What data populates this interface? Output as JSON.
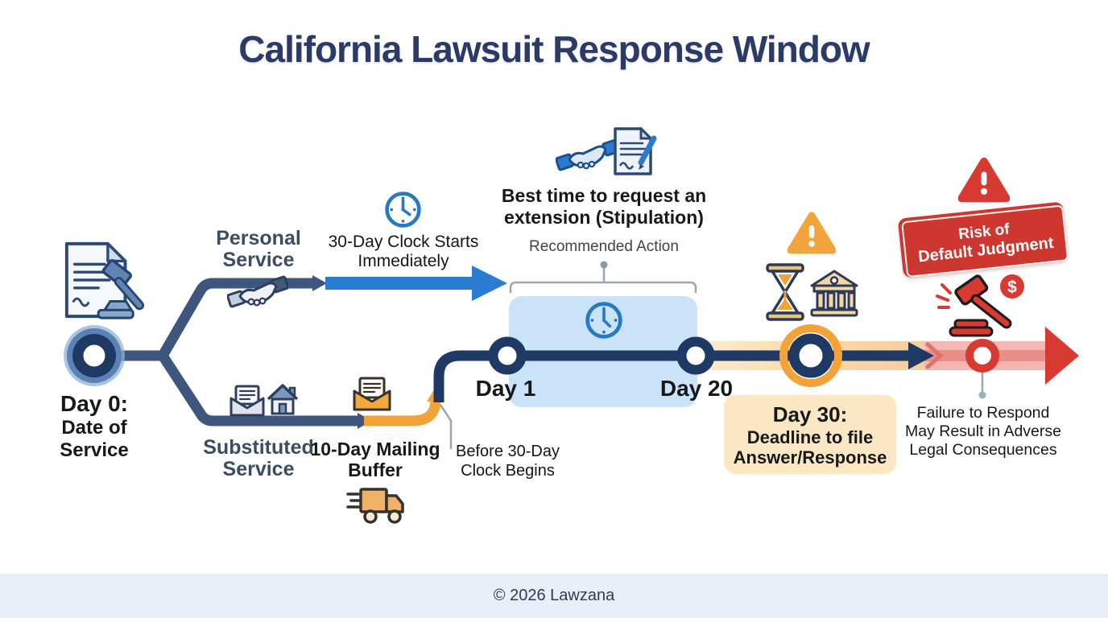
{
  "title": "California Lawsuit Response Window",
  "nodes": {
    "day0": {
      "label": "Day 0:",
      "sublabel": "Date of Service"
    },
    "day1": {
      "label": "Day 1"
    },
    "day20": {
      "label": "Day 20"
    },
    "day30": {
      "label": "Day 30:",
      "sublabel": "Deadline to file Answer/Response"
    }
  },
  "branches": {
    "personal": {
      "label": "Personal Service",
      "note": "30-Day Clock Starts Immediately"
    },
    "substituted": {
      "label": "Substituted Service",
      "buffer_label": "10-Day Mailing Buffer",
      "note": "Before 30-Day Clock Begins"
    }
  },
  "extension": {
    "heading": "Best time to request an extension (Stipulation)",
    "subheading": "Recommended Action"
  },
  "risk": {
    "stamp": {
      "line1": "Risk of",
      "line2": "Default Judgment"
    },
    "warning_note": "Failure to Respond May Result in Adverse Legal Consequences"
  },
  "footer": {
    "copyright": "© 2026 Lawzana"
  },
  "icons": {
    "day0": "document-gavel-icon",
    "personal": "handshake-icon",
    "personal_clock": "clock-icon",
    "extension": "handshake-document-pen-icon",
    "window_clock": "clock-icon",
    "substituted": "envelope-house-icon",
    "buffer": "envelope-icon",
    "buffer_truck": "delivery-truck-icon",
    "day30": "hourglass-courthouse-icon",
    "day30_warning": "warning-triangle-icon",
    "risk_warning": "warning-triangle-icon",
    "risk_gavel": "gavel-dollar-icon"
  },
  "colors": {
    "title_navy": "#2b3a66",
    "timeline_navy": "#1e3a64",
    "branch_slate": "#3f567c",
    "arrow_blue": "#2b7cd0",
    "clock_blue": "#2779c4",
    "window_box_blue": "#cbe3f8",
    "buffer_orange": "#f2a238",
    "deadline_cream": "#fbe7c4",
    "risk_red": "#d63a31",
    "risk_band_pink": "#f3b8b1",
    "footer_bg": "#e9eef7"
  }
}
